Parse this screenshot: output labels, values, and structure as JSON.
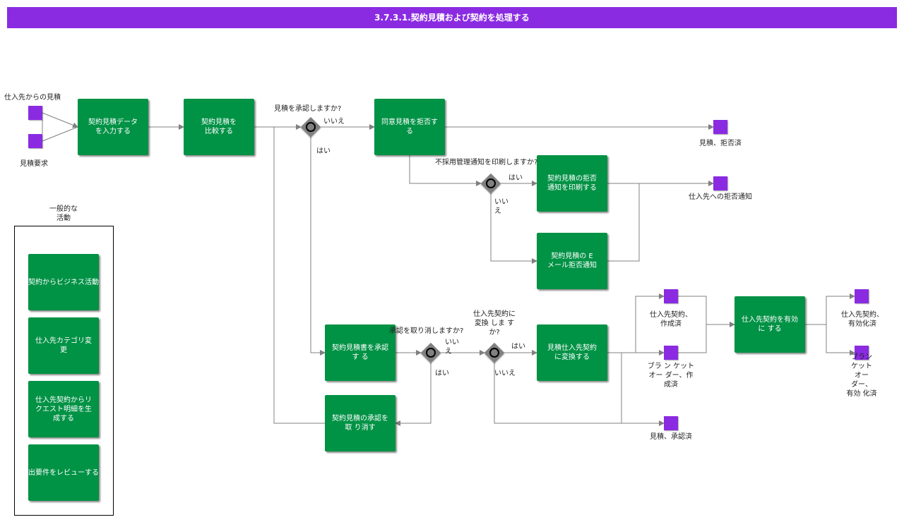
{
  "title": "3.7.3.1.契約見積および契約を処理する",
  "colors": {
    "header": "#8a2be2",
    "task": "#009245",
    "event": "#8a2be2",
    "gateway": "#808080",
    "line": "#808080"
  },
  "tasks": {
    "enter_quote": "契約見積データ\nを入力する",
    "compare_quote": "契約見積を\n比較する",
    "reject_quote": "同意見積を拒否す\nる",
    "print_rejection": "契約見積の拒否\n通知を印刷する",
    "email_rejection": "契約見積の E\nメール拒否通知",
    "approve_quote": "契約見積書を承認\nす る",
    "cancel_approval": "契約見積の承認を\n取 り消す",
    "convert_quote": "見積仕入先契約\nに変換する",
    "activate_contract": "仕入先契約を有効\nに する"
  },
  "events": {
    "supplier_quote": "仕入先からの見積",
    "quote_request": "見積要求",
    "quote_rejected": "見積、拒否済",
    "rejection_notice": "仕入先への拒否通知",
    "contract_created": "仕入先契約、\n作成済",
    "blanket_order_created": "ブラ ン ケット\nオー ダー、作\n成済",
    "quote_approved": "見積、承認済",
    "contract_activated": "仕入先契約、\n有効化済",
    "blanket_order_activated": "ブラン\nケット\nオー\nダー、\n有効 化済"
  },
  "gateways": {
    "approve_question": "見積を承認しますか?",
    "print_question": "不採用管理通知を印刷しますか?",
    "cancel_question": "承認を取り消しますか?",
    "convert_question": "仕入先契約に\n変換 しま す\nか?"
  },
  "edge_labels": {
    "no_1": "いいえ",
    "yes_1": "はい",
    "yes_2": "はい",
    "no_2": "いい\nえ",
    "no_3": "いい\nえ",
    "yes_3": "はい",
    "yes_4": "はい",
    "no_4": "いいえ"
  },
  "legend": {
    "title": "一般的な\n活動",
    "items": [
      "契約からビジネス活動",
      "仕入先カテゴリ変\n更",
      "仕入先契約からリ\nクエスト明細を生\n成する",
      "出要件をレビューする"
    ]
  }
}
